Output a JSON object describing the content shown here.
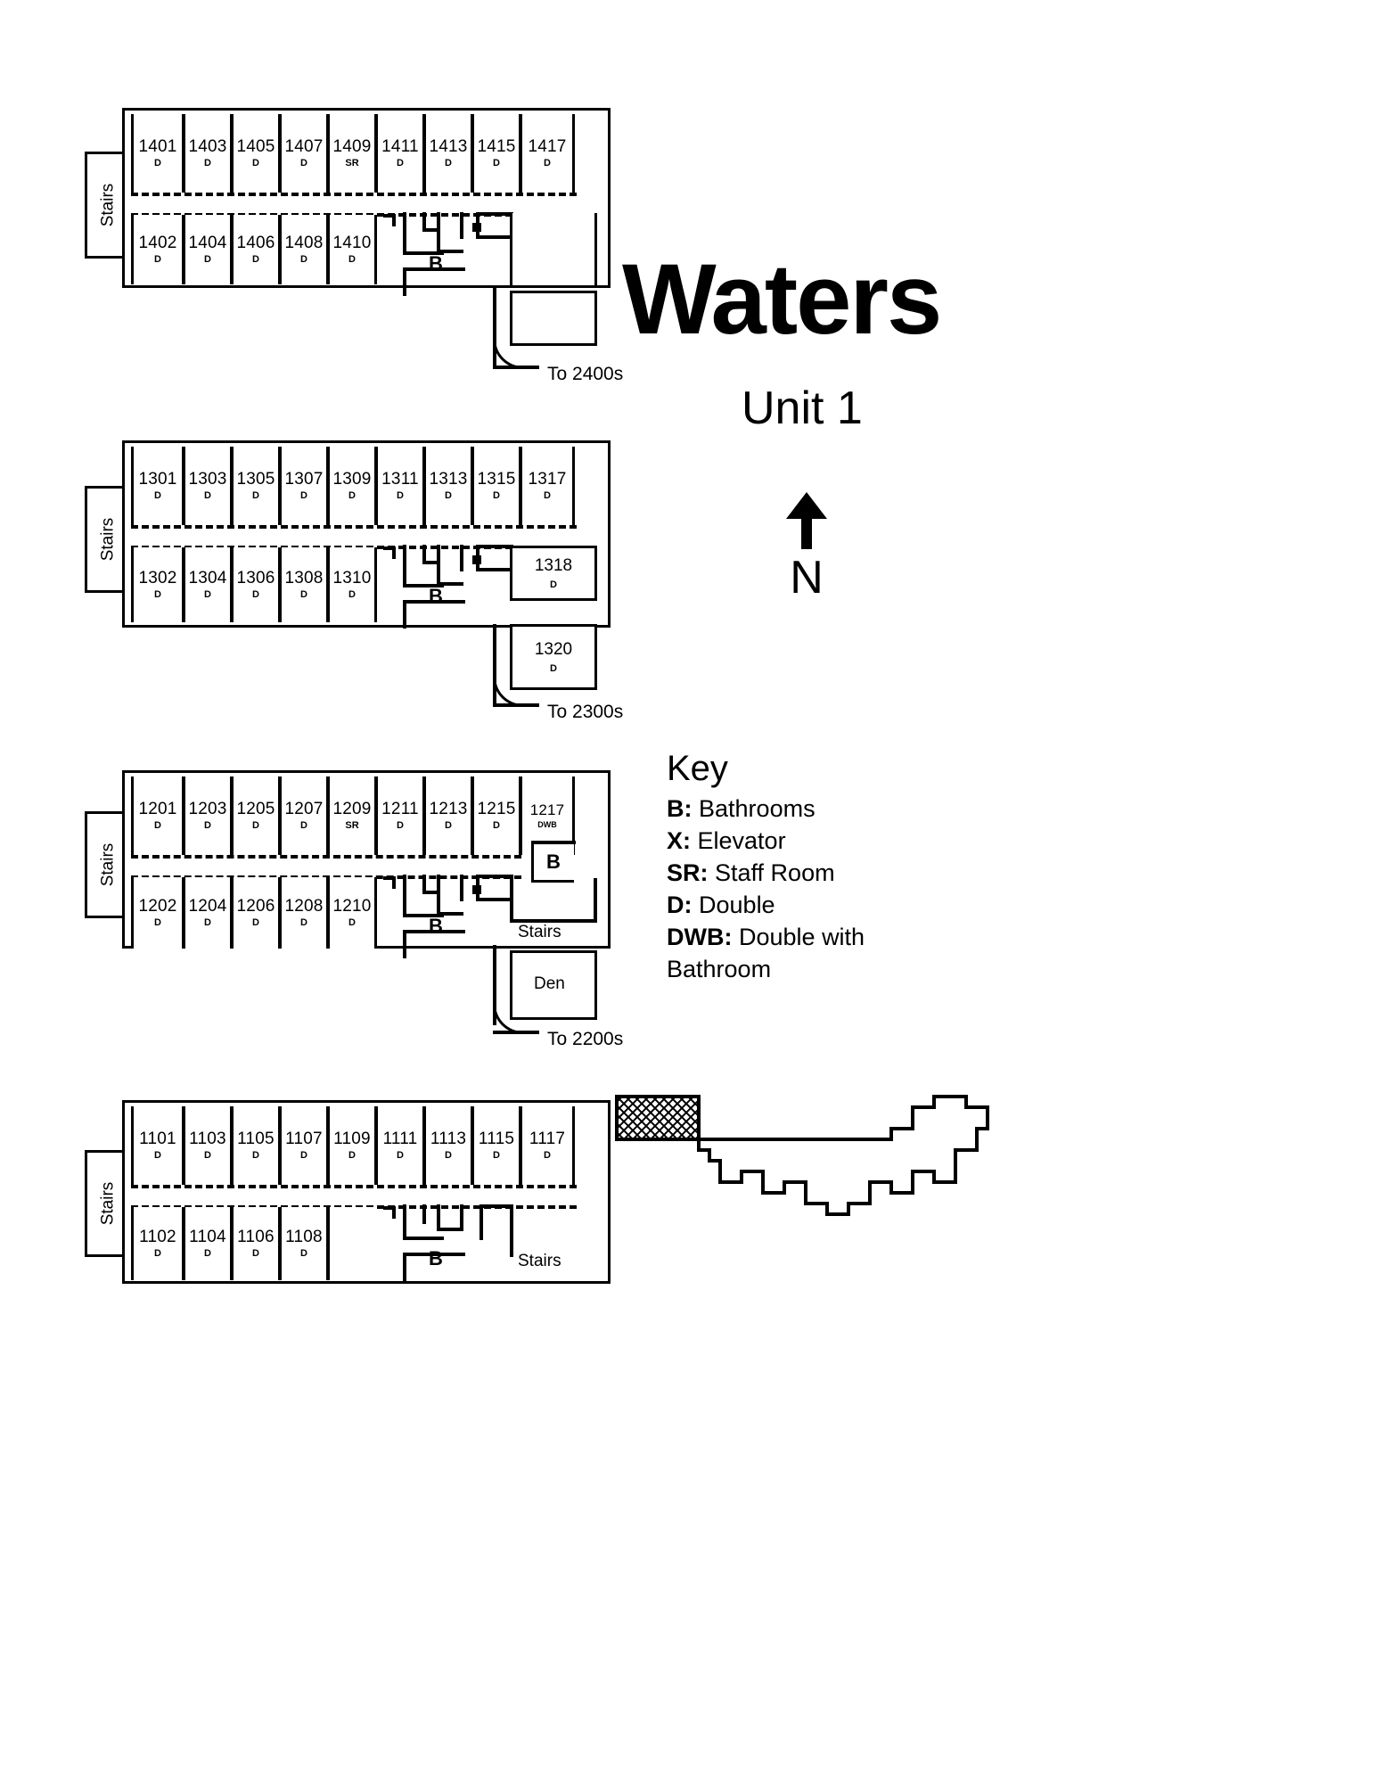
{
  "header": {
    "building_name": "Waters",
    "unit_label": "Unit 1",
    "north_label": "N",
    "north_icon": "north-arrow-icon"
  },
  "key": {
    "title": "Key",
    "items": [
      {
        "abbr": "B:",
        "meaning": "Bathrooms"
      },
      {
        "abbr": "X:",
        "meaning": "Elevator"
      },
      {
        "abbr": "SR:",
        "meaning": "Staff Room"
      },
      {
        "abbr": "D:",
        "meaning": "Double"
      },
      {
        "abbr": "DWB:",
        "meaning": "Double with Bathroom"
      }
    ]
  },
  "floors": [
    {
      "id": "floor-1400",
      "stairs_label": "Stairs",
      "bathroom_label": "B",
      "exit_label": "To 2400s",
      "top_rooms": [
        {
          "number": "1401",
          "type": "D"
        },
        {
          "number": "1403",
          "type": "D"
        },
        {
          "number": "1405",
          "type": "D"
        },
        {
          "number": "1407",
          "type": "D"
        },
        {
          "number": "1409",
          "type": "SR"
        },
        {
          "number": "1411",
          "type": "D"
        },
        {
          "number": "1413",
          "type": "D"
        },
        {
          "number": "1415",
          "type": "D"
        },
        {
          "number": "1417",
          "type": "D"
        }
      ],
      "bottom_rooms": [
        {
          "number": "1402",
          "type": "D"
        },
        {
          "number": "1404",
          "type": "D"
        },
        {
          "number": "1406",
          "type": "D"
        },
        {
          "number": "1408",
          "type": "D"
        },
        {
          "number": "1410",
          "type": "D"
        }
      ],
      "extra_rooms": []
    },
    {
      "id": "floor-1300",
      "stairs_label": "Stairs",
      "bathroom_label": "B",
      "exit_label": "To 2300s",
      "top_rooms": [
        {
          "number": "1301",
          "type": "D"
        },
        {
          "number": "1303",
          "type": "D"
        },
        {
          "number": "1305",
          "type": "D"
        },
        {
          "number": "1307",
          "type": "D"
        },
        {
          "number": "1309",
          "type": "D"
        },
        {
          "number": "1311",
          "type": "D"
        },
        {
          "number": "1313",
          "type": "D"
        },
        {
          "number": "1315",
          "type": "D"
        },
        {
          "number": "1317",
          "type": "D"
        }
      ],
      "bottom_rooms": [
        {
          "number": "1302",
          "type": "D"
        },
        {
          "number": "1304",
          "type": "D"
        },
        {
          "number": "1306",
          "type": "D"
        },
        {
          "number": "1308",
          "type": "D"
        },
        {
          "number": "1310",
          "type": "D"
        }
      ],
      "extra_rooms": [
        {
          "number": "1318",
          "type": "D"
        },
        {
          "number": "1320",
          "type": "D"
        }
      ]
    },
    {
      "id": "floor-1200",
      "stairs_label": "Stairs",
      "stairs_label_2": "Stairs",
      "bathroom_label": "B",
      "bathroom_label_2": "B",
      "den_label": "Den",
      "exit_label": "To 2200s",
      "top_rooms": [
        {
          "number": "1201",
          "type": "D"
        },
        {
          "number": "1203",
          "type": "D"
        },
        {
          "number": "1205",
          "type": "D"
        },
        {
          "number": "1207",
          "type": "D"
        },
        {
          "number": "1209",
          "type": "SR"
        },
        {
          "number": "1211",
          "type": "D"
        },
        {
          "number": "1213",
          "type": "D"
        },
        {
          "number": "1215",
          "type": "D"
        },
        {
          "number": "1217",
          "type": "DWB"
        }
      ],
      "bottom_rooms": [
        {
          "number": "1202",
          "type": "D"
        },
        {
          "number": "1204",
          "type": "D"
        },
        {
          "number": "1206",
          "type": "D"
        },
        {
          "number": "1208",
          "type": "D"
        },
        {
          "number": "1210",
          "type": "D"
        }
      ],
      "extra_rooms": []
    },
    {
      "id": "floor-1100",
      "stairs_label": "Stairs",
      "stairs_label_2": "Stairs",
      "bathroom_label": "B",
      "top_rooms": [
        {
          "number": "1101",
          "type": "D"
        },
        {
          "number": "1103",
          "type": "D"
        },
        {
          "number": "1105",
          "type": "D"
        },
        {
          "number": "1107",
          "type": "D"
        },
        {
          "number": "1109",
          "type": "D"
        },
        {
          "number": "1111",
          "type": "D"
        },
        {
          "number": "1113",
          "type": "D"
        },
        {
          "number": "1115",
          "type": "D"
        },
        {
          "number": "1117",
          "type": "D"
        }
      ],
      "bottom_rooms": [
        {
          "number": "1102",
          "type": "D"
        },
        {
          "number": "1104",
          "type": "D"
        },
        {
          "number": "1106",
          "type": "D"
        },
        {
          "number": "1108",
          "type": "D"
        }
      ],
      "extra_rooms": []
    }
  ],
  "building_outline": {
    "name": "building-outline-diagram",
    "highlight_name": "unit-1-highlight"
  },
  "colors": {
    "ink": "#000000",
    "paper": "#ffffff"
  }
}
